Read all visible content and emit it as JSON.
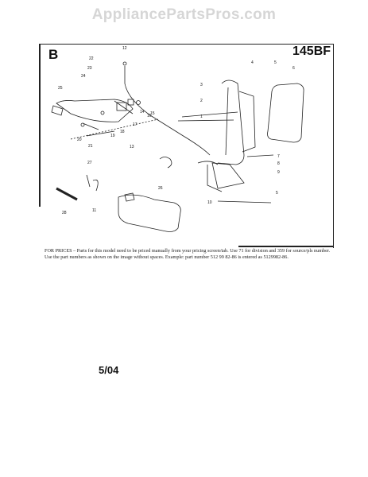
{
  "watermark": "AppliancePartsPros.com",
  "diagram": {
    "section_letter": "B",
    "model": "145BF",
    "callouts": [
      "12",
      "22",
      "23",
      "24",
      "25",
      "13",
      "14",
      "15",
      "16",
      "17",
      "18",
      "19",
      "20",
      "21",
      "3",
      "4",
      "5",
      "6",
      "2",
      "1",
      "7",
      "8",
      "9",
      "10",
      "27",
      "26",
      "28",
      "11"
    ]
  },
  "prices_note": "FOR PRICES – Parts for this model need to be priced manually from your pricing screen/tab. Use 71 for division and 359 for source/pls number. Use the part numbers as shown on the image without spaces. Example: part number 512 99 82-86 is entered as 5129982-86.",
  "date": "5/04"
}
